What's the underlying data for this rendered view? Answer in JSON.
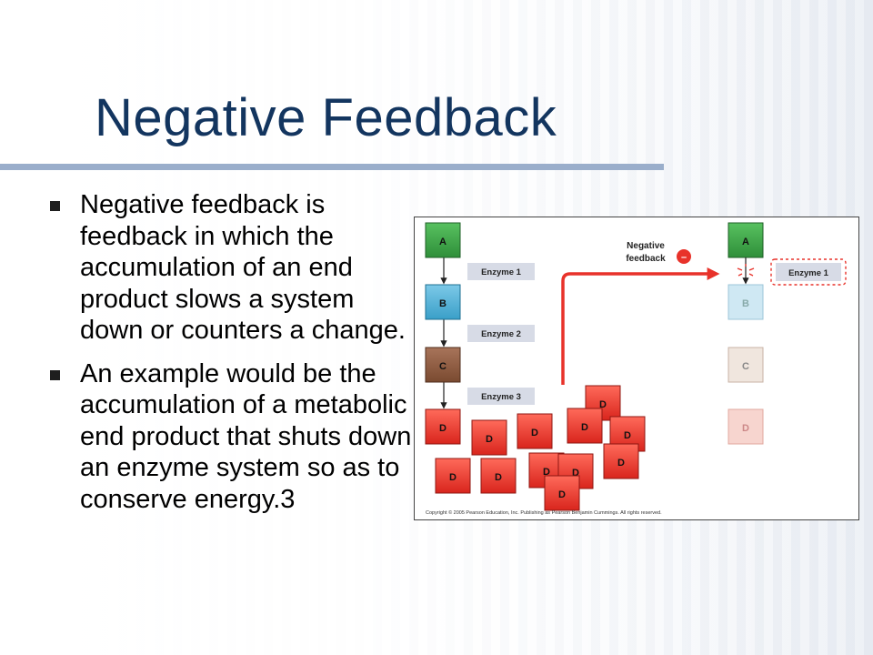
{
  "slide": {
    "title": "Negative Feedback",
    "bullets": [
      "Negative feedback is feedback in which the accumulation of an end product slows a system down or counters a change.",
      "An example would be the accumulation of a metabolic end product that shuts down an enzyme system so as to conserve energy.3"
    ]
  },
  "figure": {
    "left_pathway": {
      "boxes": [
        "A",
        "B",
        "C",
        "D"
      ],
      "enzymes": [
        "Enzyme 1",
        "Enzyme 2",
        "Enzyme 3"
      ]
    },
    "product_pile_label": "D",
    "product_pile_count": 11,
    "feedback_label_line1": "Negative",
    "feedback_label_line2": "feedback",
    "minus_sign": "–",
    "right_pathway": {
      "boxes": [
        "A",
        "B",
        "C",
        "D"
      ],
      "inhibited_enzyme": "Enzyme 1"
    },
    "copyright": "Copyright © 2005 Pearson Education, Inc. Publishing as Pearson Benjamin Cummings. All rights reserved.",
    "colors": {
      "A": "#3fa84a",
      "B": "#4fb3d9",
      "C": "#8b5a3c",
      "D": "#e8322a",
      "B_faded": "#cfe8f3",
      "C_faded": "#f0e6de",
      "D_faded": "#f7d5cf",
      "enzyme_label_bg": "#d7dbe6",
      "feedback_arrow": "#e8322a"
    }
  }
}
